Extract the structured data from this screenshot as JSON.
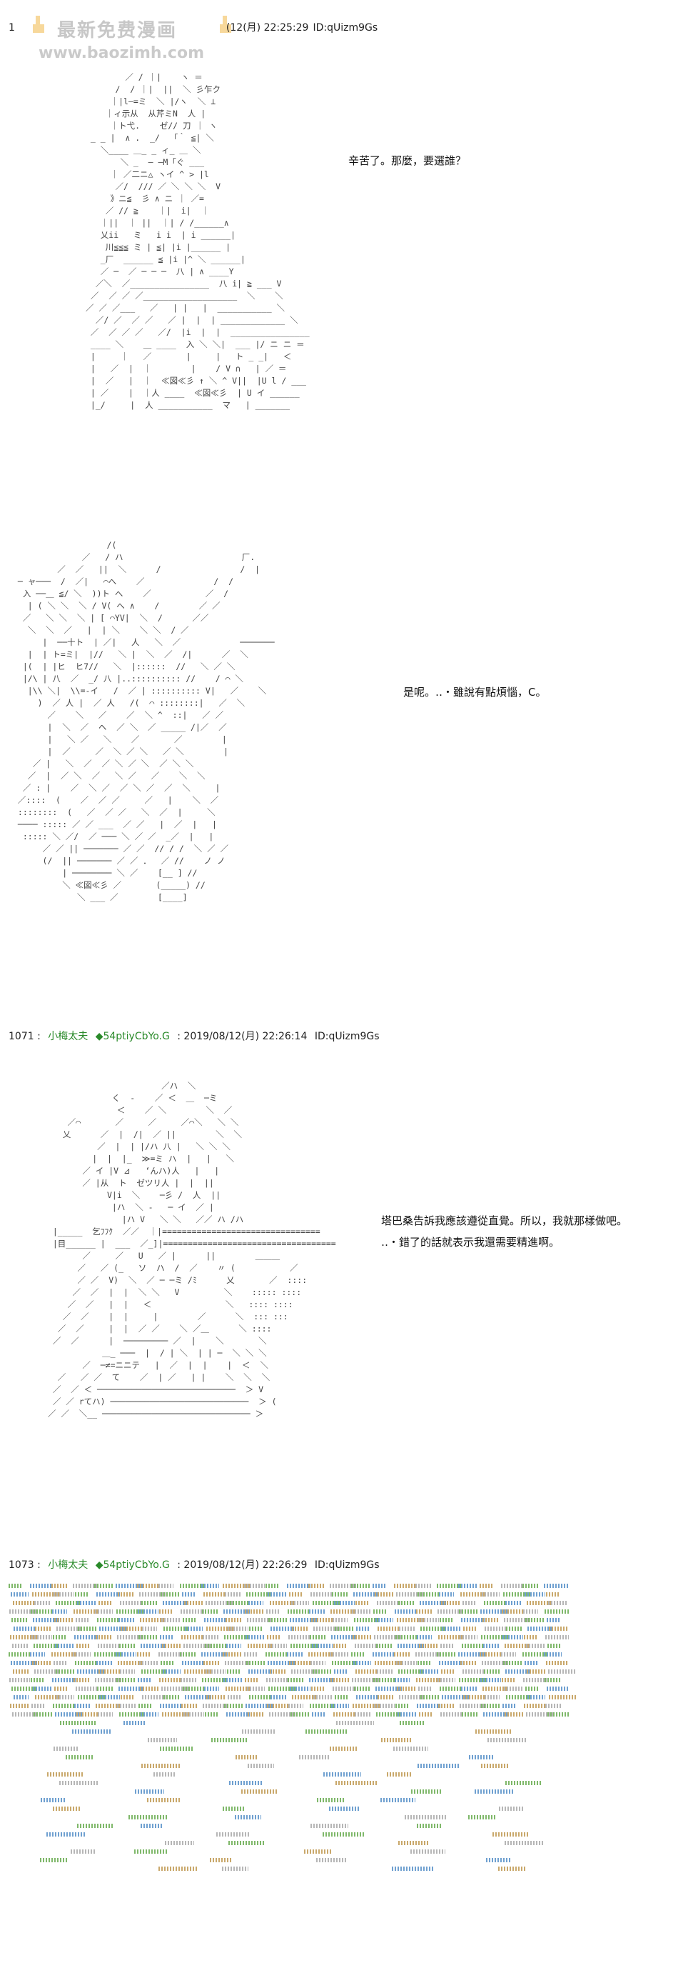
{
  "watermark": {
    "title": "最新免费漫画",
    "url": "www.baozimh.com"
  },
  "posts": [
    {
      "number": "1",
      "date": "(12(月) 22:25:29",
      "id": "ID:qUizm9Gs",
      "speech": [
        "辛苦了。那麼，要選誰？"
      ]
    },
    {
      "number": "",
      "speech": [
        "是呢。‥・雖說有點煩惱，C。"
      ]
    },
    {
      "number": "1071 :",
      "name": "小梅太夫",
      "trip": "◆54ptiyCbYo.G",
      "date": ": 2019/08/12(月) 22:26:14",
      "id": "ID:qUizm9Gs",
      "speech": [
        "塔巴桑告訴我應該遵從直覺。所以，我就那樣做吧。",
        "‥・錯了的話就表示我還需要精進啊。"
      ]
    },
    {
      "number": "1073 :",
      "name": "小梅太夫",
      "trip": "◆54ptiyCbYo.G",
      "date": ": 2019/08/12(月) 22:26:29",
      "id": "ID:qUizm9Gs"
    }
  ],
  "colors": {
    "name": "#2a8a2a",
    "accent_lines": [
      "#7fb86a",
      "#6fa0d0",
      "#c9a86b",
      "#b6b6b6"
    ]
  }
}
